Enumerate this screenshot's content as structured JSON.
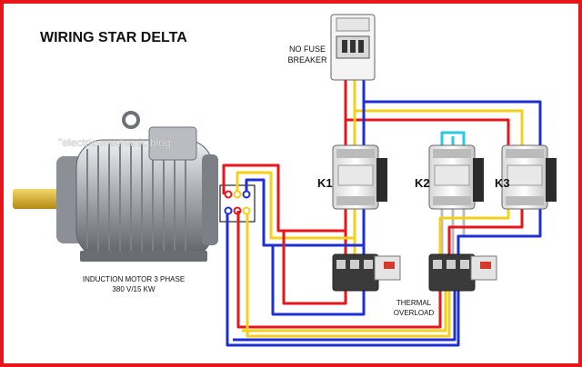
{
  "title": "WIRING STAR DELTA",
  "breaker": {
    "label_line1": "NO FUSE",
    "label_line2": "BREAKER"
  },
  "motor": {
    "caption_line1": "INDUCTION MOTOR 3 PHASE",
    "caption_line2": "380 V/15 KW",
    "watermark": "\"electric-mechanic.blog"
  },
  "contactors": [
    {
      "id": "K1"
    },
    {
      "id": "K2"
    },
    {
      "id": "K3"
    }
  ],
  "thermal_overload": {
    "label_line1": "THERMAL",
    "label_line2": "OVERLOAD"
  },
  "colors": {
    "frame": "#e8161a",
    "phase_red": "#e8161a",
    "phase_yellow": "#f4d01a",
    "phase_blue": "#1f2fd6",
    "bridge": "#29c9e0",
    "gray_wire": "#bdbdbd"
  }
}
